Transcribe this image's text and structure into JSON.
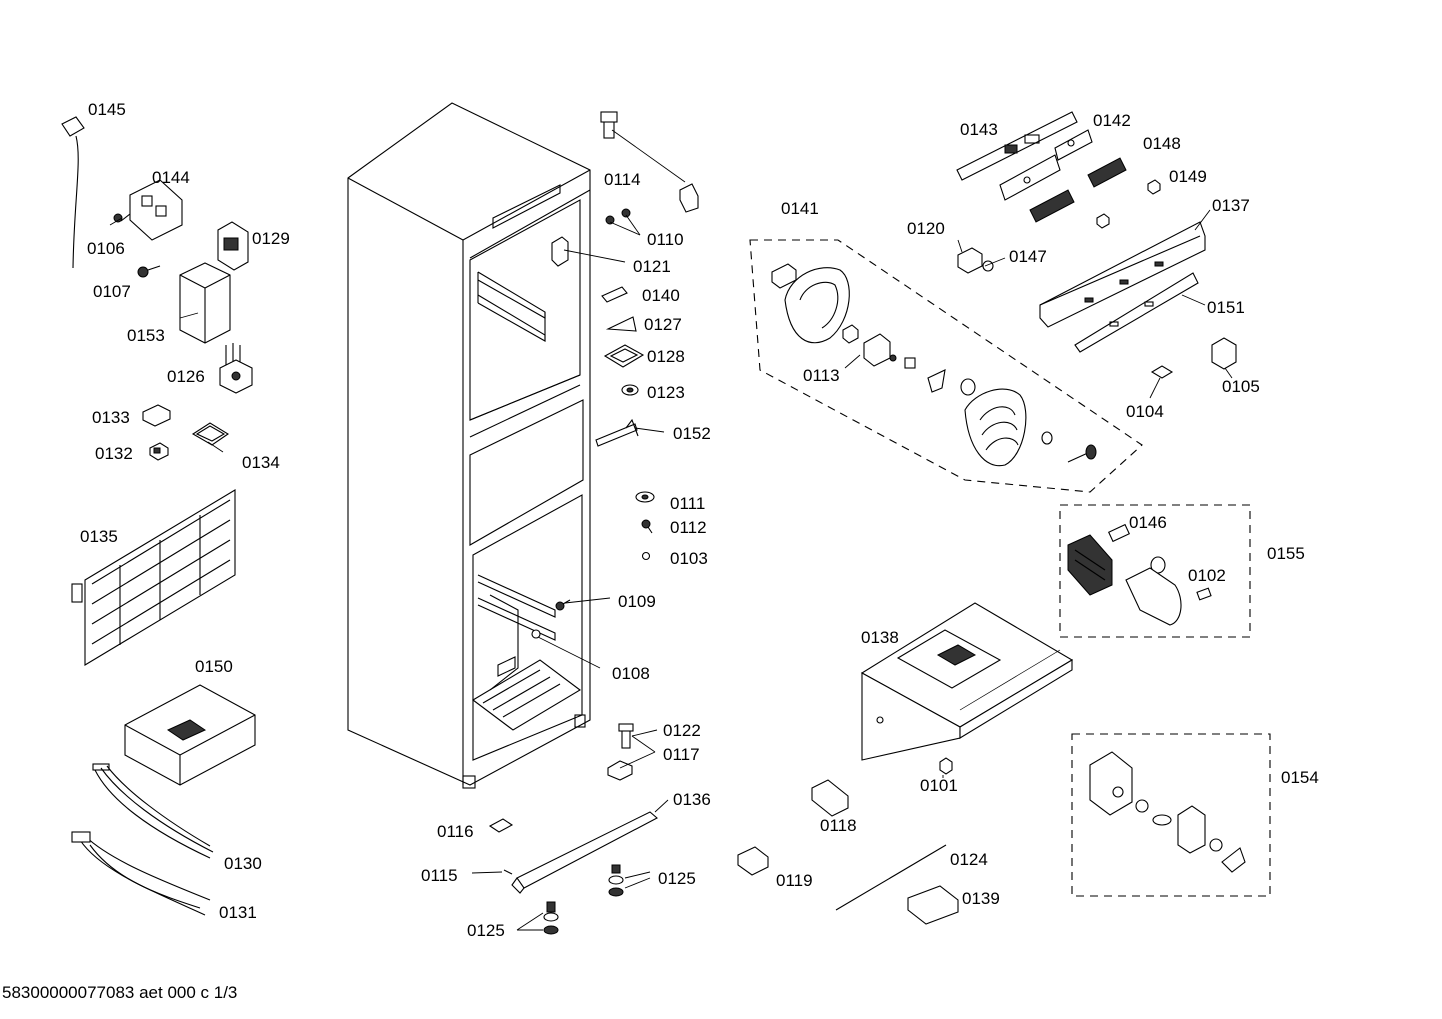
{
  "footer": {
    "document_code": "58300000077083 aet 000 c 1/3"
  },
  "part_labels": [
    "0145",
    "0144",
    "0106",
    "0129",
    "0107",
    "0153",
    "0126",
    "0133",
    "0132",
    "0134",
    "0135",
    "0150",
    "0130",
    "0131",
    "0114",
    "0110",
    "0121",
    "0140",
    "0127",
    "0128",
    "0123",
    "0152",
    "0111",
    "0112",
    "0103",
    "0109",
    "0108",
    "0122",
    "0117",
    "0136",
    "0116",
    "0115",
    "0125",
    "0125",
    "0143",
    "0142",
    "0148",
    "0149",
    "0137",
    "0141",
    "0120",
    "0147",
    "0151",
    "0113",
    "0105",
    "0104",
    "0146",
    "0155",
    "0102",
    "0138",
    "0101",
    "0118",
    "0119",
    "0124",
    "0139",
    "0154"
  ]
}
